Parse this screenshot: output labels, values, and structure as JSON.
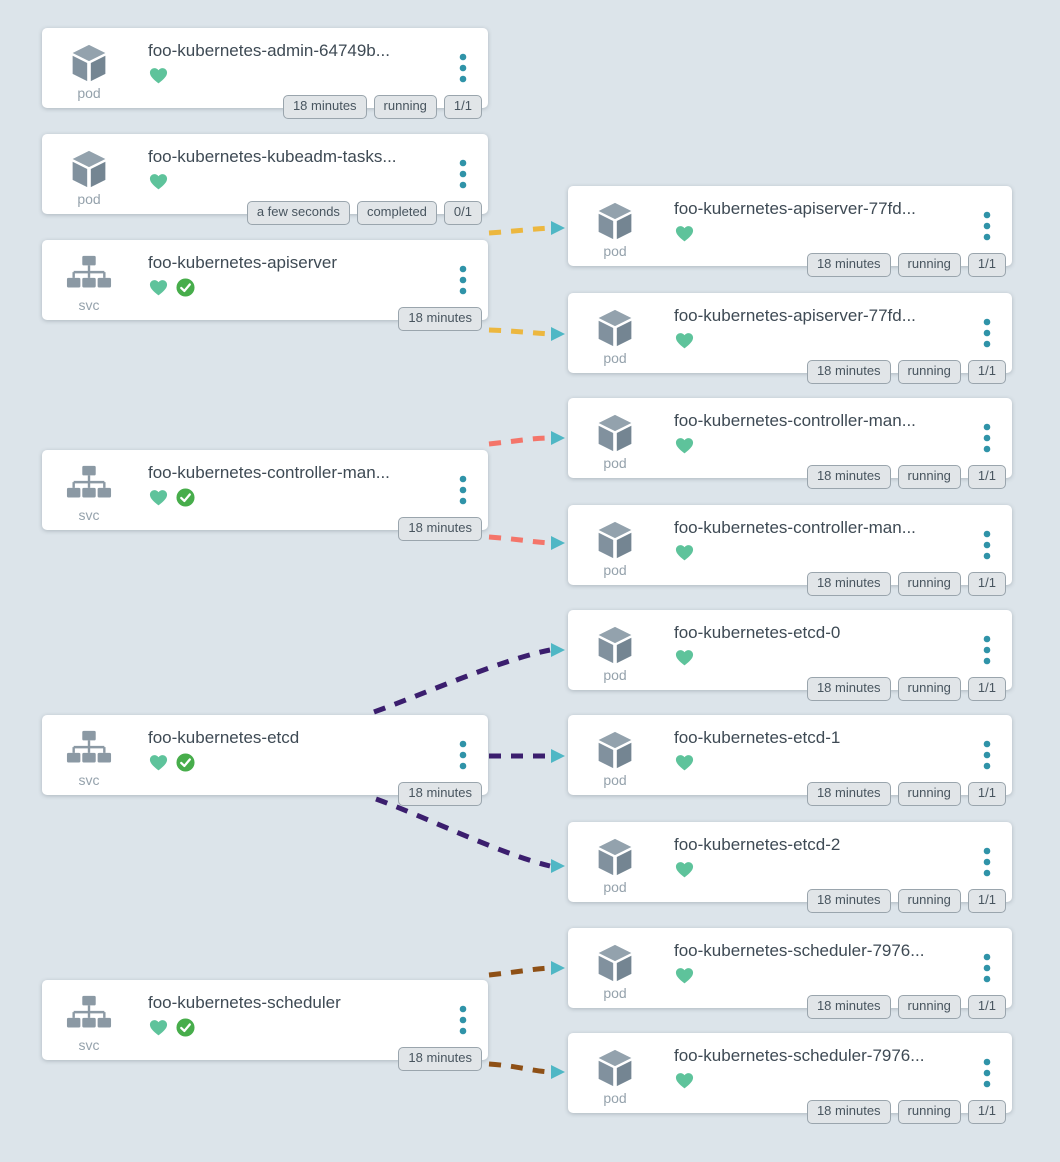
{
  "colors": {
    "background": "#dce4ea",
    "card": "#ffffff",
    "heart": "#5ec39b",
    "check": "#47ad4b",
    "kebab": "#2f93a8",
    "arrow": "#4fb7c5",
    "edge_apiserver": "#ecb73f",
    "edge_controller": "#f4756a",
    "edge_etcd": "#3b1e6e",
    "edge_scheduler": "#8e5016",
    "badge_bg": "#e1e5e8",
    "badge_border": "#9aa5ad"
  },
  "nodes": [
    {
      "type_label": "pod",
      "title": "foo-kubernetes-admin-64749b...",
      "badges": [
        "18 minutes",
        "running",
        "1/1"
      ]
    },
    {
      "type_label": "pod",
      "title": "foo-kubernetes-kubeadm-tasks...",
      "badges": [
        "a few seconds",
        "completed",
        "0/1"
      ]
    },
    {
      "type_label": "svc",
      "title": "foo-kubernetes-apiserver",
      "badges": [
        "18 minutes"
      ]
    },
    {
      "type_label": "svc",
      "title": "foo-kubernetes-controller-man...",
      "badges": [
        "18 minutes"
      ]
    },
    {
      "type_label": "svc",
      "title": "foo-kubernetes-etcd",
      "badges": [
        "18 minutes"
      ]
    },
    {
      "type_label": "svc",
      "title": "foo-kubernetes-scheduler",
      "badges": [
        "18 minutes"
      ]
    },
    {
      "type_label": "pod",
      "title": "foo-kubernetes-apiserver-77fd...",
      "badges": [
        "18 minutes",
        "running",
        "1/1"
      ]
    },
    {
      "type_label": "pod",
      "title": "foo-kubernetes-apiserver-77fd...",
      "badges": [
        "18 minutes",
        "running",
        "1/1"
      ]
    },
    {
      "type_label": "pod",
      "title": "foo-kubernetes-controller-man...",
      "badges": [
        "18 minutes",
        "running",
        "1/1"
      ]
    },
    {
      "type_label": "pod",
      "title": "foo-kubernetes-controller-man...",
      "badges": [
        "18 minutes",
        "running",
        "1/1"
      ]
    },
    {
      "type_label": "pod",
      "title": "foo-kubernetes-etcd-0",
      "badges": [
        "18 minutes",
        "running",
        "1/1"
      ]
    },
    {
      "type_label": "pod",
      "title": "foo-kubernetes-etcd-1",
      "badges": [
        "18 minutes",
        "running",
        "1/1"
      ]
    },
    {
      "type_label": "pod",
      "title": "foo-kubernetes-etcd-2",
      "badges": [
        "18 minutes",
        "running",
        "1/1"
      ]
    },
    {
      "type_label": "pod",
      "title": "foo-kubernetes-scheduler-7976...",
      "badges": [
        "18 minutes",
        "running",
        "1/1"
      ]
    },
    {
      "type_label": "pod",
      "title": "foo-kubernetes-scheduler-7976...",
      "badges": [
        "18 minutes",
        "running",
        "1/1"
      ]
    }
  ],
  "edges": [
    {
      "from": "foo-kubernetes-apiserver",
      "to": "foo-kubernetes-apiserver-77fd...",
      "color": "#ecb73f"
    },
    {
      "from": "foo-kubernetes-apiserver",
      "to": "foo-kubernetes-apiserver-77fd...",
      "color": "#ecb73f"
    },
    {
      "from": "foo-kubernetes-controller-man...",
      "to": "foo-kubernetes-controller-man...",
      "color": "#f4756a"
    },
    {
      "from": "foo-kubernetes-controller-man...",
      "to": "foo-kubernetes-controller-man...",
      "color": "#f4756a"
    },
    {
      "from": "foo-kubernetes-etcd",
      "to": "foo-kubernetes-etcd-0",
      "color": "#3b1e6e"
    },
    {
      "from": "foo-kubernetes-etcd",
      "to": "foo-kubernetes-etcd-1",
      "color": "#3b1e6e"
    },
    {
      "from": "foo-kubernetes-etcd",
      "to": "foo-kubernetes-etcd-2",
      "color": "#3b1e6e"
    },
    {
      "from": "foo-kubernetes-scheduler",
      "to": "foo-kubernetes-scheduler-7976...",
      "color": "#8e5016"
    },
    {
      "from": "foo-kubernetes-scheduler",
      "to": "foo-kubernetes-scheduler-7976...",
      "color": "#8e5016"
    }
  ]
}
